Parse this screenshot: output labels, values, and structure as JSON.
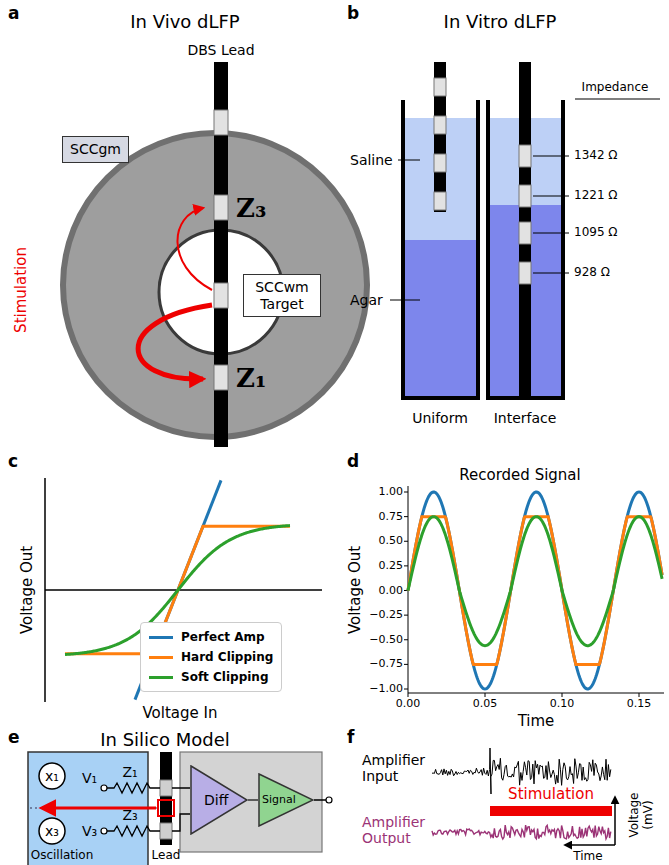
{
  "diagram": {
    "nodes": [
      {
        "text": [
          "SCCgm"
        ]
      },
      {
        "text": [
          "SCCwm Target"
        ]
      },
      {
        "text": [
          "x₁"
        ]
      },
      {
        "text": [
          "x₃"
        ]
      },
      {
        "text": [
          "Diff"
        ]
      },
      {
        "text": [
          "Signal"
        ]
      }
    ],
    "edges": [
      {
        "from": 4,
        "to": 5,
        "arrow": "none"
      }
    ],
    "labels": [
      "a",
      "In Vivo dLFP",
      "DBS Lead",
      "Z₃",
      "Z₁",
      "Stimulation",
      "b",
      "In Vitro dLFP",
      "Impedance",
      "Saline",
      "Agar",
      "1342 Ω",
      "1221 Ω",
      "1095 Ω",
      "928 Ω",
      "Uniform",
      "Interface",
      "c",
      "Voltage Out",
      "Voltage In",
      "d",
      "Recorded Signal",
      "Voltage Out",
      "Time",
      "1.00",
      "0.75",
      "0.50",
      "0.25",
      "0.00",
      "−0.25",
      "−0.50",
      "−0.75",
      "−1.00",
      "0.00",
      "0.05",
      "0.10",
      "0.15",
      "e",
      "In Silico Model",
      "V₁",
      "V₃",
      "Z₁",
      "Z₃",
      "+",
      "-",
      "Oscillation",
      "Lead",
      "f",
      "Amplifier Input",
      "Stimulation",
      "Amplifier Output",
      "Voltage (mV)",
      "Time"
    ],
    "legend": [
      {
        "text": "Perfect Amp",
        "color": "#1f77b4"
      },
      {
        "text": "Hard Clipping",
        "color": "#ff7f0e"
      },
      {
        "text": "Soft Clipping",
        "color": "#2ca02c"
      }
    ]
  }
}
